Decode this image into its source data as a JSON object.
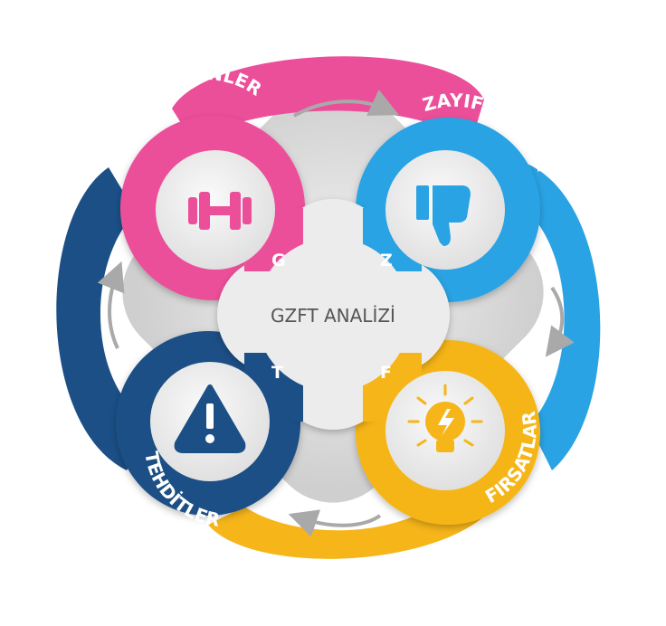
{
  "center": {
    "title": "GZFT ANALİZİ"
  },
  "quadrants": [
    {
      "id": "g",
      "label": "GÜÇLÜ YÖNLER",
      "letter": "G",
      "color": "#ec4f9a",
      "icon": "dumbbell-icon"
    },
    {
      "id": "z",
      "label": "ZAYIF YÖNLER",
      "letter": "Z",
      "color": "#2aa3e4",
      "icon": "thumbs-down-icon"
    },
    {
      "id": "f",
      "label": "FIRSATLAR",
      "letter": "F",
      "color": "#f6b519",
      "icon": "lightbulb-icon"
    },
    {
      "id": "t",
      "label": "TEHDİTLER",
      "letter": "T",
      "color": "#1b4f86",
      "icon": "warning-icon"
    }
  ],
  "colors": {
    "background_diamond": "#e2e2e2",
    "arrow": "#a9a9a9",
    "center_fill": "#ececec",
    "icon_disc": "#f2f2f2"
  }
}
